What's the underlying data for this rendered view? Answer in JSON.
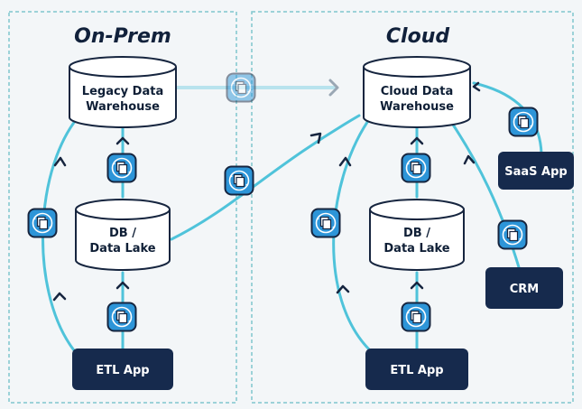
{
  "colors": {
    "background": "#f3f6f8",
    "boundary": "#7fc6ce",
    "flow_line": "#4fc3da",
    "node_border": "#16253f",
    "source_fill": "#162a4d",
    "icon_fill": "#2d95d8",
    "arrow_gray": "#9aa7b4"
  },
  "regions": {
    "onprem": {
      "title": "On-Prem"
    },
    "cloud": {
      "title": "Cloud"
    }
  },
  "nodes": {
    "legacy_dw": {
      "line1": "Legacy Data",
      "line2": "Warehouse"
    },
    "onprem_db": {
      "line1": "DB /",
      "line2": "Data Lake"
    },
    "onprem_etl": {
      "label": "ETL App"
    },
    "cloud_dw": {
      "line1": "Cloud Data",
      "line2": "Warehouse"
    },
    "cloud_db": {
      "line1": "DB /",
      "line2": "Data Lake"
    },
    "cloud_etl": {
      "label": "ETL App"
    },
    "saas": {
      "label": "SaaS App"
    },
    "crm": {
      "label": "CRM"
    }
  },
  "icons": {
    "pipeline": "sync-copy-icon"
  }
}
